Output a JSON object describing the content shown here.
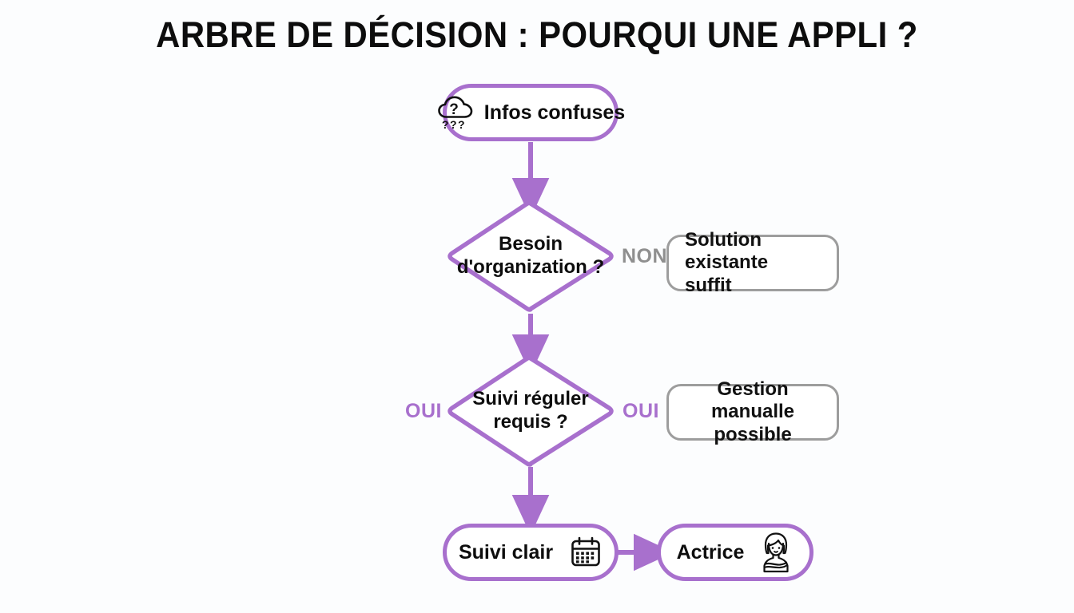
{
  "page": {
    "title": "ARBRE DE DÉCISION : POURQUI UNE APPLI ?",
    "background_color": "#fcfdfe"
  },
  "colors": {
    "accent_purple": "#a870cd",
    "grey_border": "#9d9d9d",
    "grey_text": "#8f8f8f",
    "text": "#0d0d0d"
  },
  "nodes": {
    "start": {
      "label": "Infos confuses",
      "icon": "cloud-question-icon",
      "icon_question_mark": "?",
      "icon_sub_text": "? ? ?",
      "shape": "stadium",
      "border_color": "#a870cd"
    },
    "decision1": {
      "label": "Besoin\nd'organization ?",
      "shape": "diamond",
      "border_color": "#a870cd"
    },
    "outcome1": {
      "label": "Solution existante suffit",
      "line1": "Solution existante",
      "line2": "suffit",
      "shape": "rounded-rect",
      "border_color": "#9d9d9d",
      "align": "left"
    },
    "decision2": {
      "label": "Suivi réguler\nrequis ?",
      "shape": "diamond",
      "border_color": "#a870cd"
    },
    "outcome2": {
      "label": "Gestion manualle possible",
      "line1": "Gestion manualle",
      "line2": "possible",
      "shape": "rounded-rect",
      "border_color": "#9d9d9d",
      "align": "center"
    },
    "result": {
      "label": "Suivi clair",
      "icon": "calendar-icon",
      "shape": "stadium",
      "border_color": "#a870cd"
    },
    "actor": {
      "label": "Actrice",
      "icon": "woman-arms-crossed-icon",
      "shape": "stadium",
      "border_color": "#a870cd"
    }
  },
  "edge_labels": {
    "decision1_no": "NON",
    "decision2_left": "OUI",
    "decision2_right": "OUI"
  }
}
